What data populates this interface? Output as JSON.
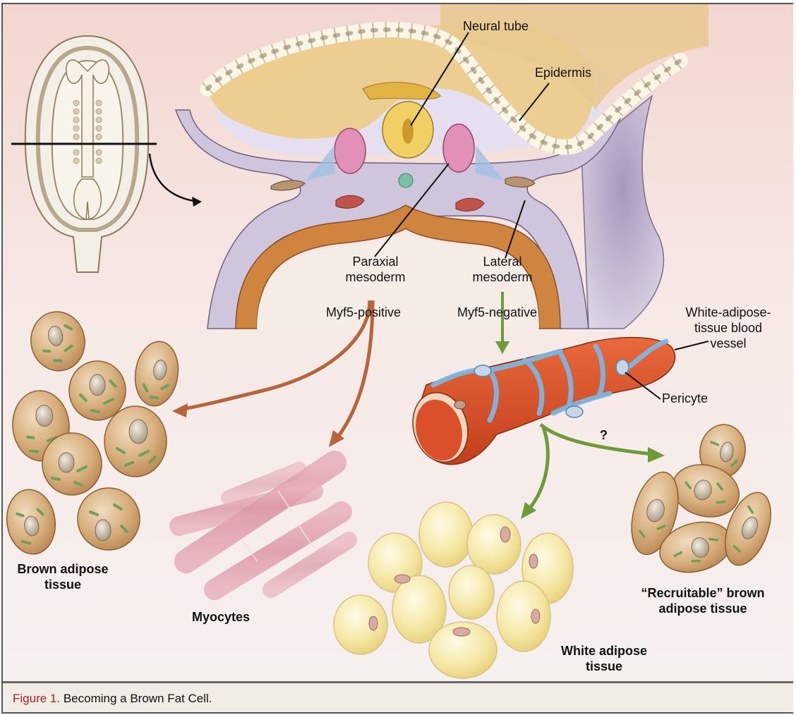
{
  "figure": {
    "caption_number": "Figure 1.",
    "caption_title": "Becoming a Brown Fat Cell."
  },
  "labels": {
    "neural_tube": "Neural tube",
    "epidermis": "Epidermis",
    "paraxial_mesoderm_1": "Paraxial",
    "paraxial_mesoderm_2": "mesoderm",
    "lateral_mesoderm_1": "Lateral",
    "lateral_mesoderm_2": "mesoderm",
    "myf5_positive": "Myf5-positive",
    "myf5_negative": "Myf5-negative",
    "wat_vessel_1": "White-adipose-",
    "wat_vessel_2": "tissue blood",
    "wat_vessel_3": "vessel",
    "pericyte": "Pericyte",
    "question_mark": "?",
    "brown_adipose_1": "Brown adipose",
    "brown_adipose_2": "tissue",
    "myocytes": "Myocytes",
    "white_adipose_1": "White adipose",
    "white_adipose_2": "tissue",
    "recruitable_1": "“Recruitable” brown",
    "recruitable_2": "adipose tissue"
  },
  "colors": {
    "caption_red": "#b0202a",
    "brown_arrow": "#b8643a",
    "green_arrow": "#6e9a3a",
    "brown_cell": "#d2a874",
    "white_cell": "#f3e6a4",
    "vessel_red": "#d9502a",
    "pericyte_blue": "#7fb6de",
    "mesoderm_purple": "#c8c0d8",
    "ectoderm_tan": "#e9c98a"
  }
}
